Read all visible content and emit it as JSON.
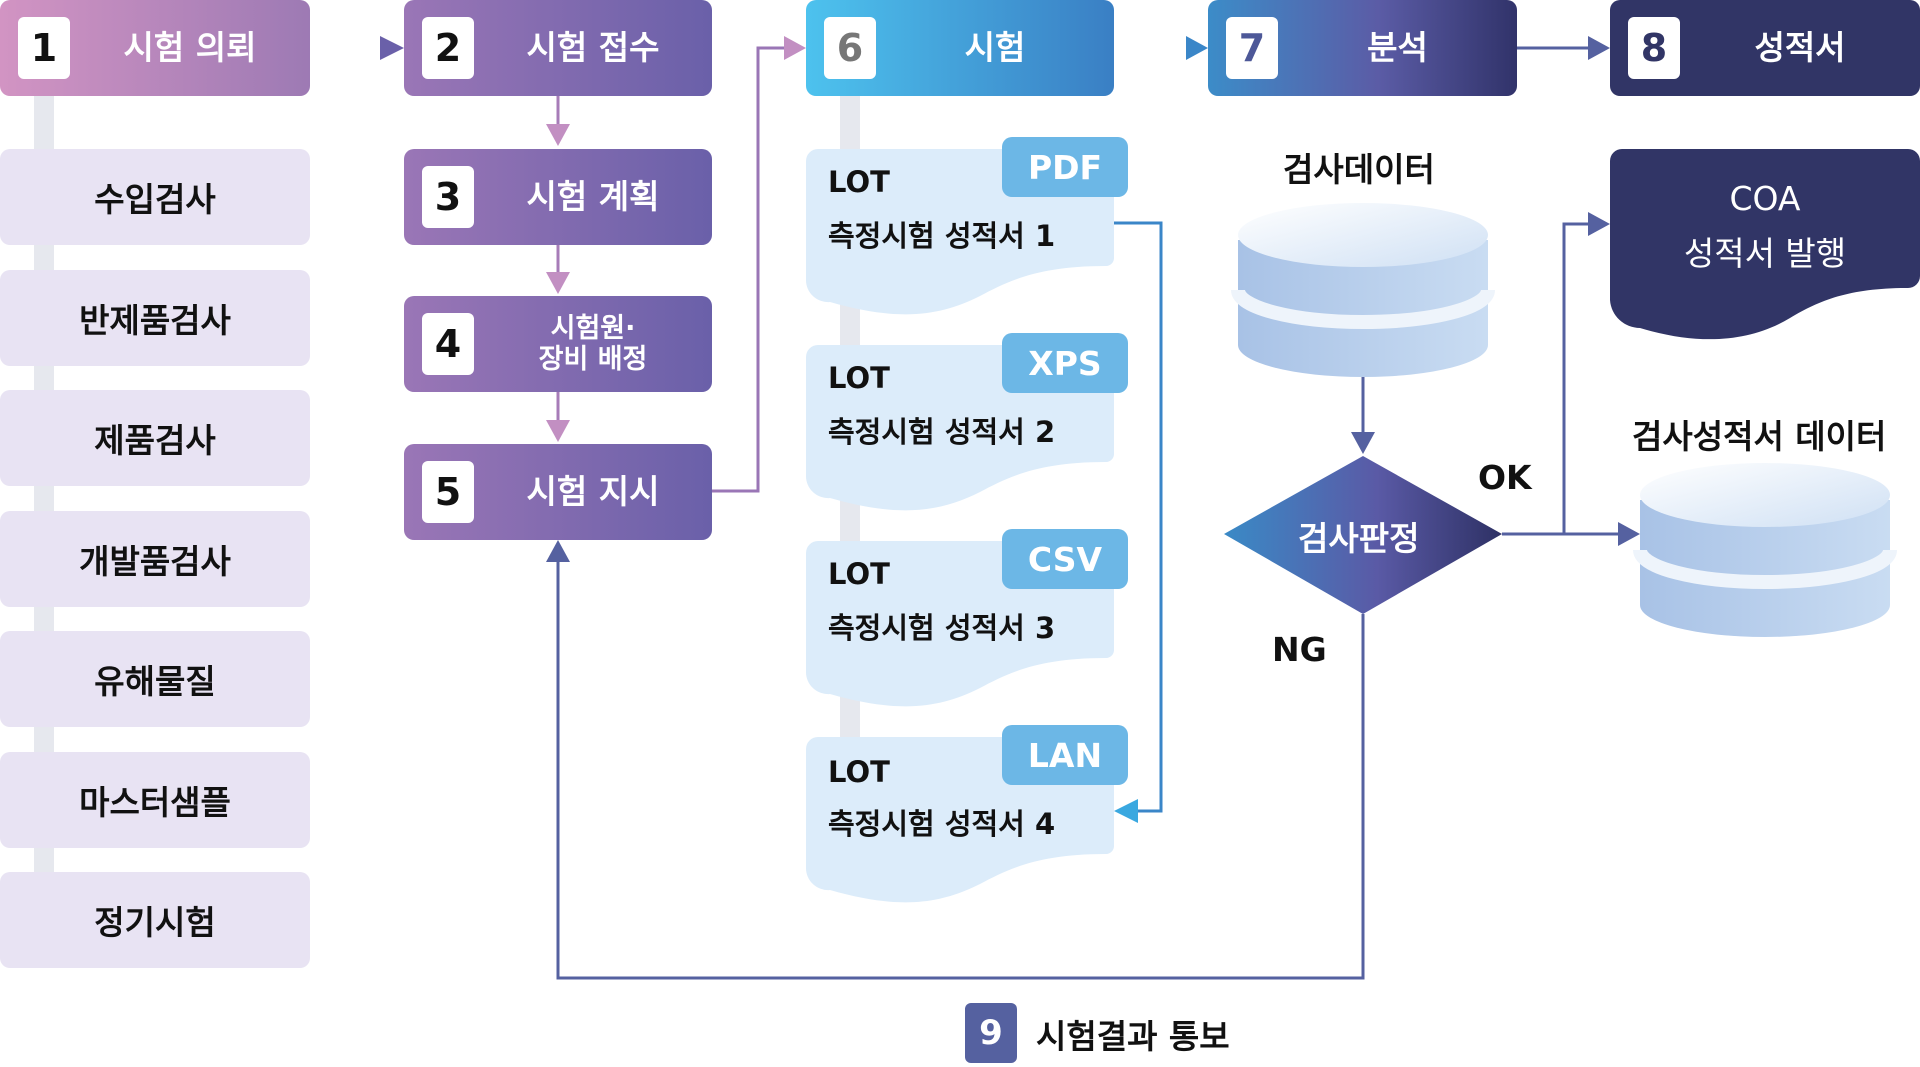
{
  "steps": [
    {
      "num": "1",
      "label": "시험 의뢰"
    },
    {
      "num": "2",
      "label": "시험 접수"
    },
    {
      "num": "3",
      "label": "시험 계획"
    },
    {
      "num": "4",
      "label_line1": "시험원·",
      "label_line2": "장비 배정"
    },
    {
      "num": "5",
      "label": "시험 지시"
    },
    {
      "num": "6",
      "label": "시험"
    },
    {
      "num": "7",
      "label": "분석"
    },
    {
      "num": "8",
      "label": "성적서"
    },
    {
      "num": "9",
      "label": "시험결과 통보"
    }
  ],
  "request_types": [
    "수입검사",
    "반제품검사",
    "제품검사",
    "개발품검사",
    "유해물질",
    "마스터샘플",
    "정기시험"
  ],
  "test_reports": [
    {
      "format": "PDF",
      "line1": "LOT",
      "line2": "측정시험 성적서 1"
    },
    {
      "format": "XPS",
      "line1": "LOT",
      "line2": "측정시험 성적서 2"
    },
    {
      "format": "CSV",
      "line1": "LOT",
      "line2": "측정시험 성적서 3"
    },
    {
      "format": "LAN",
      "line1": "LOT",
      "line2": "측정시험 성적서 4"
    }
  ],
  "analysis": {
    "inspection_data_label": "검사데이터",
    "decision_label": "검사판정",
    "ok_label": "OK",
    "ng_label": "NG"
  },
  "certificate": {
    "coa_line1": "COA",
    "coa_line2": "성적서 발행",
    "report_data_label": "검사성적서 데이터"
  },
  "colors": {
    "purple_arrow": "#8f6fb4",
    "blue_arrow": "#3a9ad8",
    "navy_arrow": "#5561a0",
    "doc_fill": "#dcecfa",
    "tag_fill": "#6cb7e6",
    "navy": "#313566"
  }
}
